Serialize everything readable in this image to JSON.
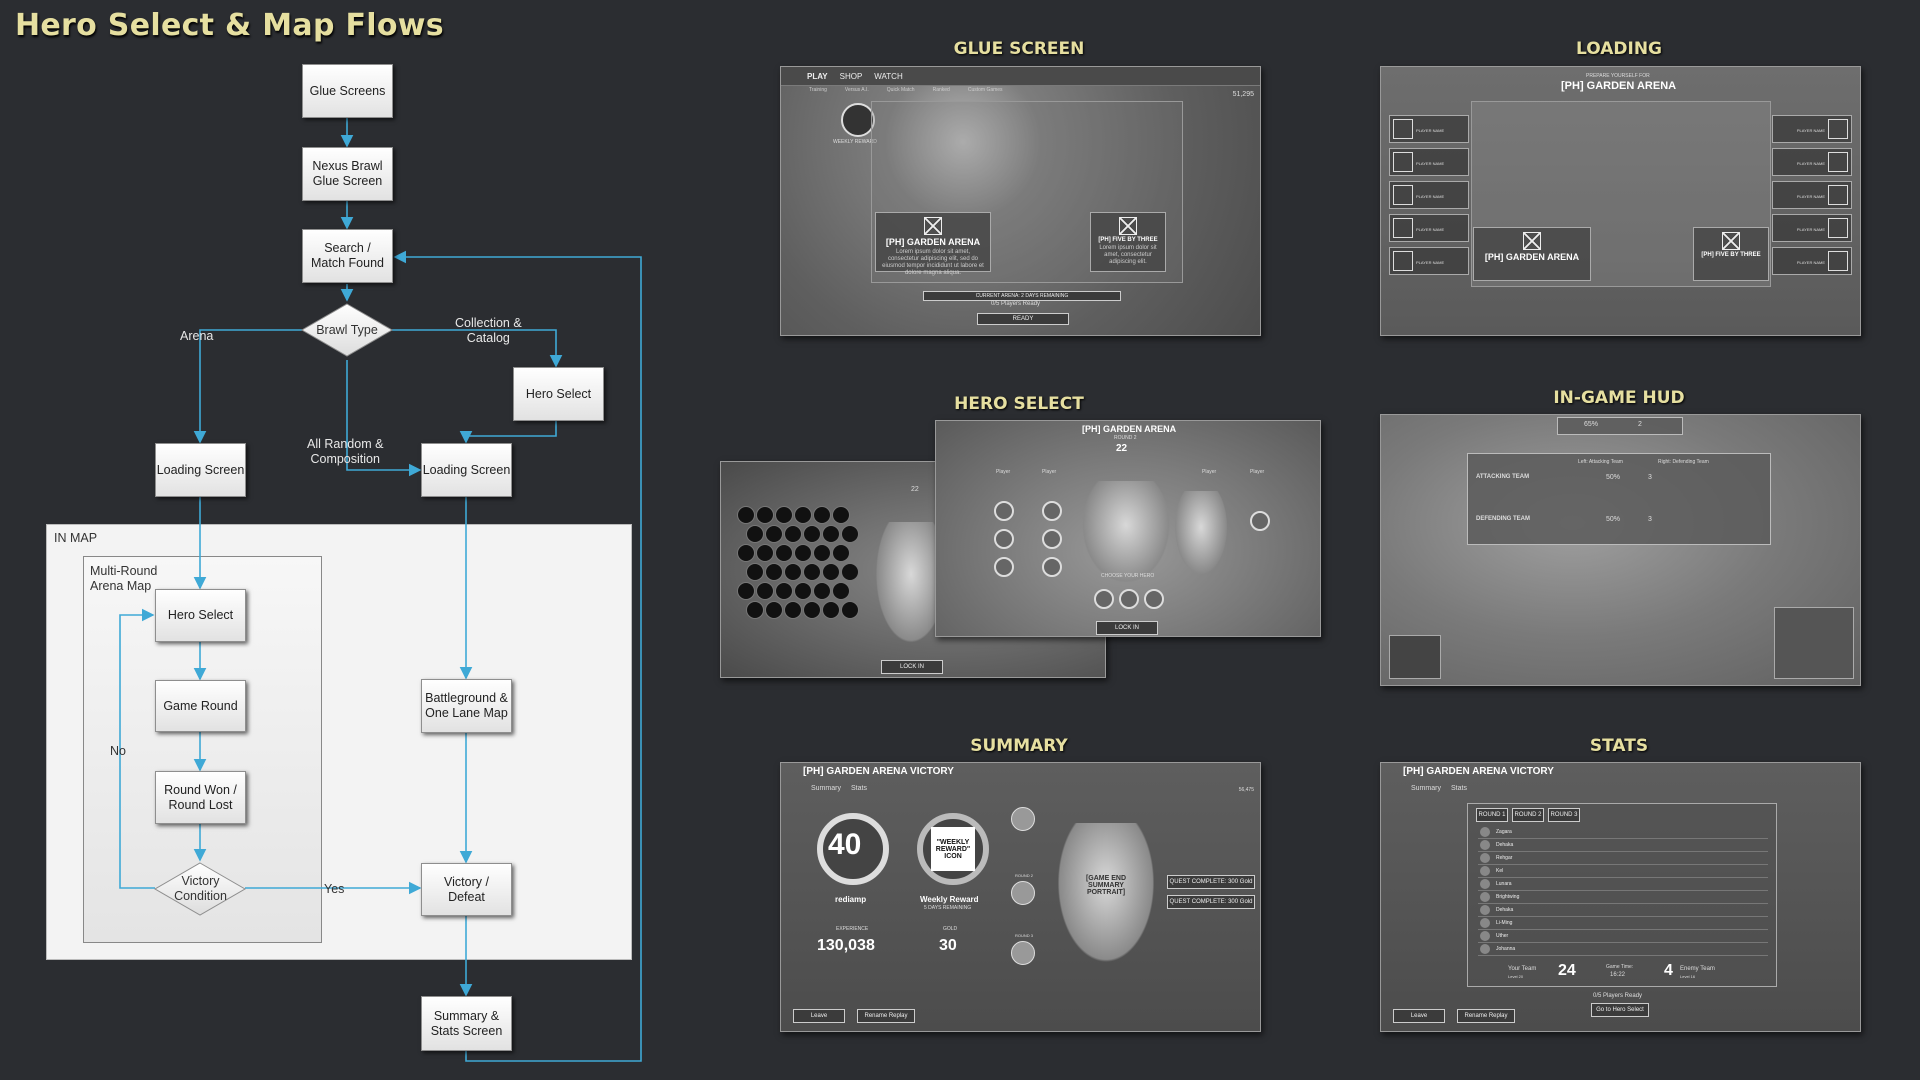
{
  "title": "Hero Select & Map Flows",
  "flow": {
    "nodes": {
      "glue": "Glue Screens",
      "nexus": "Nexus Brawl\nGlue Screen",
      "search": "Search /\nMatch Found",
      "brawl_type": "Brawl Type",
      "hero_select_right": "Hero Select",
      "loading_left": "Loading Screen",
      "loading_right": "Loading Screen",
      "hero_select_in": "Hero Select",
      "game_round": "Game Round",
      "round_won": "Round Won /\nRound Lost",
      "victory_cond": "Victory\nCondition",
      "battleground": "Battleground &\nOne Lane Map",
      "victory_defeat": "Victory /\nDefeat",
      "summary": "Summary &\nStats Screen"
    },
    "labels": {
      "arena": "Arena",
      "collection": "Collection &\nCatalog",
      "all_random": "All Random &\nComposition",
      "in_map": "IN MAP",
      "multi_round": "Multi-Round\nArena Map",
      "no": "No",
      "yes": "Yes"
    }
  },
  "screens": {
    "glue": {
      "heading": "GLUE SCREEN",
      "tabs": [
        "PLAY",
        "SHOP",
        "WATCH"
      ],
      "subtabs": [
        "Training",
        "Versus A.I.",
        "Quick Match",
        "Ranked",
        "Custom Games"
      ],
      "weekly": "WEEKLY REWARD",
      "card1_title": "[PH] GARDEN ARENA",
      "card2_title": "[PH] FIVE BY THREE",
      "card_text": "Lorem ipsum dolor sit amet, consectetur adipiscing elit, sed do eiusmod tempor incididunt ut labore et dolore magna aliqua.",
      "card2_text": "Lorem ipsum dolor sit amet, consectetur adipiscing elit.",
      "remaining": "CURRENT ARENA: 2 DAYS REMAINING",
      "players": "0/5 Players Ready",
      "ready": "READY",
      "gold": "51,295"
    },
    "loading": {
      "heading": "LOADING",
      "prepare": "PREPARE YOURSELF FOR",
      "arena": "[PH] GARDEN ARENA",
      "card1_title": "[PH] GARDEN ARENA",
      "card2_title": "[PH] FIVE BY THREE",
      "player_name": "PLAYER NAME"
    },
    "hero_select": {
      "heading": "HERO SELECT",
      "arena": "[PH] GARDEN ARENA",
      "round": "ROUND 2",
      "timer": "22",
      "choose": "CHOOSE YOUR HERO",
      "lock": "LOCK IN",
      "player": "Player"
    },
    "hud": {
      "heading": "IN-GAME HUD",
      "attacking": "ATTACKING TEAM",
      "defending": "DEFENDING TEAM",
      "left_team": "Left: Attacking Team",
      "right_team": "Right: Defending Team",
      "pct": "50%",
      "score": "3",
      "top_pct": "65%",
      "top_score": "2"
    },
    "summary": {
      "heading": "SUMMARY",
      "title": "[PH] GARDEN ARENA VICTORY",
      "tabs": [
        "Summary",
        "Stats"
      ],
      "level": "40",
      "player": "rediamp",
      "weekly_icon": "\"WEEKLY REWARD\" ICON",
      "weekly": "Weekly Reward",
      "weekly_days": "5 DAYS REMAINING",
      "exp_label": "EXPERIENCE",
      "exp": "130,038",
      "gold_label": "GOLD",
      "gold": "30",
      "portrait": "[GAME END SUMMARY PORTRAIT]",
      "round2": "ROUND 2",
      "round3": "ROUND 3",
      "quest1": "QUEST COMPLETE: 300 Gold",
      "quest2": "QUEST COMPLETE: 300 Gold",
      "leave": "Leave",
      "rename": "Rename Replay",
      "currency": "56,475"
    },
    "stats": {
      "heading": "STATS",
      "title": "[PH] GARDEN ARENA VICTORY",
      "tabs": [
        "Summary",
        "Stats"
      ],
      "round_tabs": [
        "ROUND 1",
        "ROUND 2",
        "ROUND 3"
      ],
      "players": [
        "Zagara",
        "Dehaka",
        "Rehgar",
        "Kel",
        "Lunara",
        "Brightwing",
        "Dehaka",
        "Li-Ming",
        "Uther",
        "Johanna"
      ],
      "your_team": "Your Team",
      "your_score": "24",
      "your_level": "Level 20",
      "enemy_team": "Enemy Team",
      "enemy_score": "4",
      "enemy_level": "Level 16",
      "game_time_label": "Game Time:",
      "game_time": "16:22",
      "ready": "0/5 Players Ready",
      "hero_select": "Go to Hero Select",
      "leave": "Leave",
      "rename": "Rename Replay"
    }
  }
}
